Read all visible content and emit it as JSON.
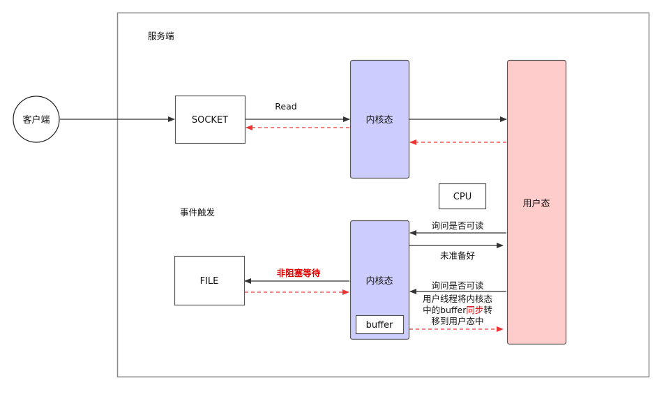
{
  "server": {
    "label": "服务端"
  },
  "client": {
    "label": "客户端"
  },
  "socket": {
    "label": "SOCKET"
  },
  "kernel_top": {
    "label": "内核态"
  },
  "kernel_bottom": {
    "label": "内核态"
  },
  "user_mode": {
    "label": "用户态"
  },
  "cpu": {
    "label": "CPU"
  },
  "file": {
    "label": "FILE"
  },
  "buffer": {
    "label": "buffer"
  },
  "labels": {
    "read": "Read",
    "event_trigger": "事件触发",
    "non_blocking_wait": "非阻塞等待",
    "ask_readable_1": "询问是否可读",
    "not_ready": "未准备好",
    "ask_readable_2": "询问是否可读",
    "transfer_line1": "用户线程将内核态",
    "transfer_line2_a": "中的buffer",
    "transfer_line2_b": "同步",
    "transfer_line2_c": "转",
    "transfer_line3": "移到用户态中"
  },
  "colors": {
    "kernel_fill": "#ccccff",
    "user_fill": "#ffcccc",
    "dashed_arrow": "#ee3333",
    "solid_arrow": "#333333",
    "highlight_text": "#e00000"
  }
}
